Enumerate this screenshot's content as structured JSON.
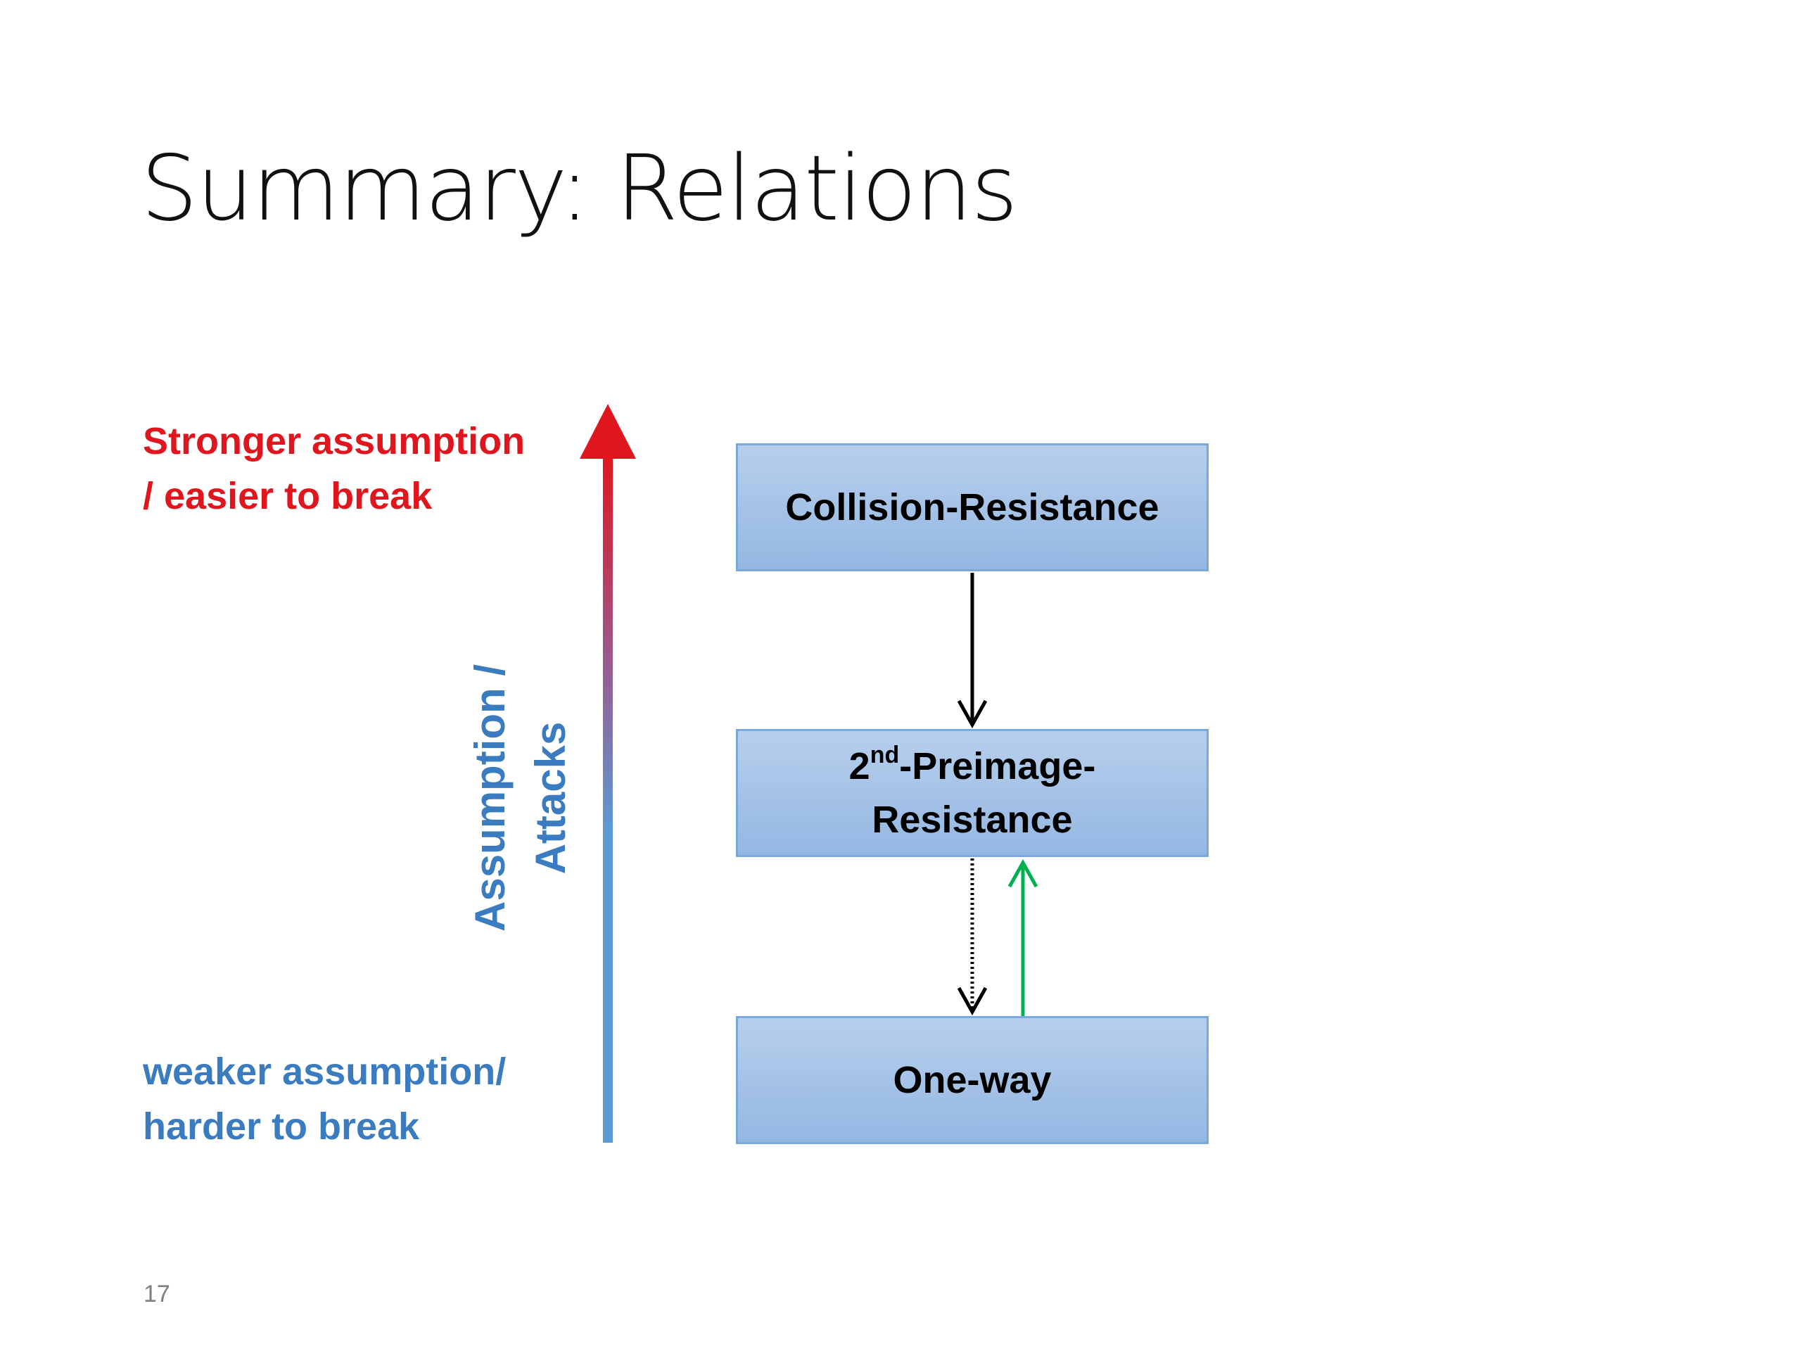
{
  "slide": {
    "title": "Summary: Relations",
    "page_number": "17"
  },
  "axis": {
    "top_label": [
      "Stronger assumption",
      "/ easier to break"
    ],
    "bottom_label": [
      "weaker assumption/",
      "harder to break"
    ],
    "name": [
      "Assumption /",
      "Attacks"
    ],
    "top_color": "#e0161e",
    "bottom_color": "#3b7bc0"
  },
  "boxes": {
    "collision": "Collision-Resistance",
    "second_preimage": {
      "ordinal": "2",
      "suffix": "nd",
      "rest_line1": "-Preimage-",
      "line2": "Resistance"
    },
    "one_way": "One-way"
  },
  "relations": [
    {
      "from": "Collision-Resistance",
      "to": "2nd-Preimage-Resistance",
      "style": "solid",
      "color": "#000000"
    },
    {
      "from": "2nd-Preimage-Resistance",
      "to": "One-way",
      "style": "dotted",
      "color": "#000000"
    },
    {
      "from": "One-way",
      "to": "2nd-Preimage-Resistance",
      "style": "solid",
      "color": "#00b050"
    }
  ]
}
